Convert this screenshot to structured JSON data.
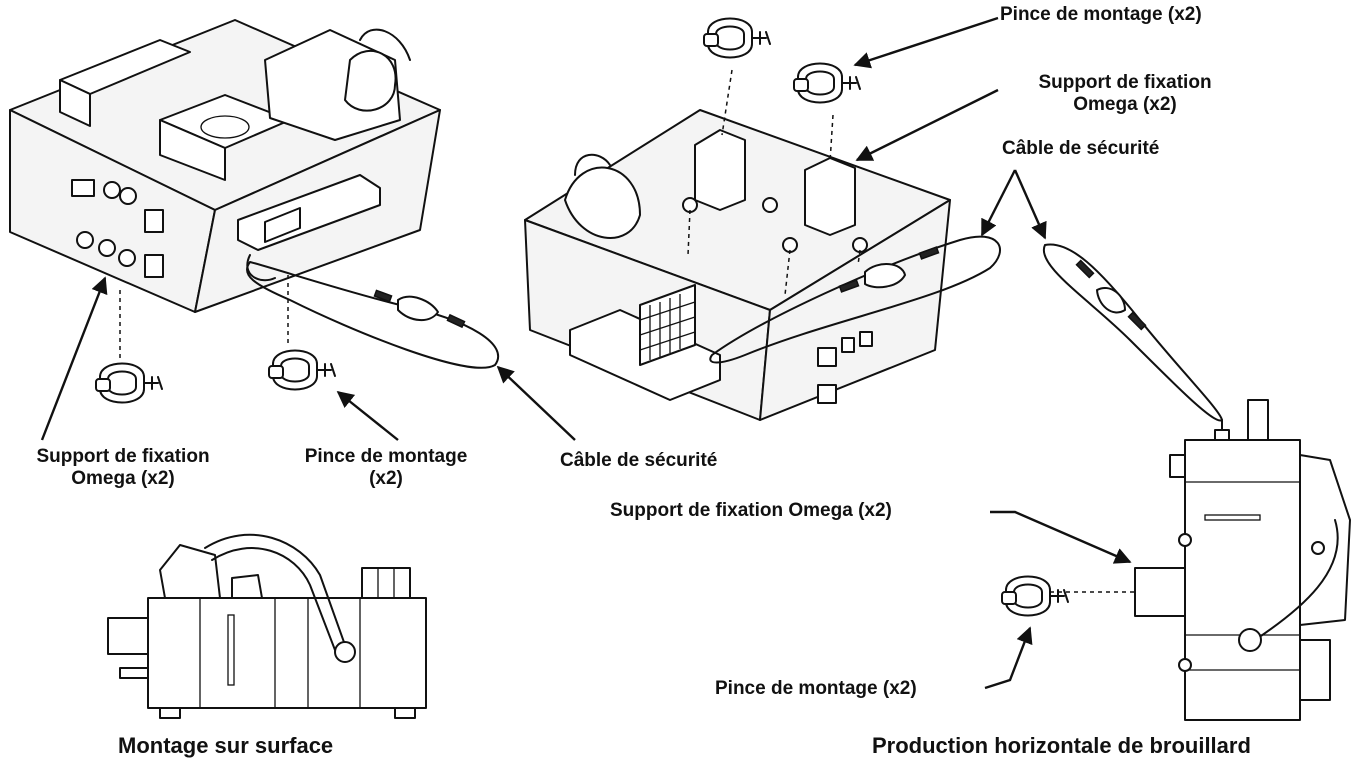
{
  "labels": {
    "top_clamp": "Pince de montage (x2)",
    "top_omega_line1": "Support de fixation",
    "top_omega_line2": "Omega (x2)",
    "top_cable": "Câble de sécurité",
    "left_omega_line1": "Support de fixation",
    "left_omega_line2": "Omega (x2)",
    "left_clamp_line1": "Pince de montage",
    "left_clamp_line2": "(x2)",
    "left_cable": "Câble de sécurité",
    "right_omega": "Support de fixation Omega (x2)",
    "right_clamp": "Pince de montage (x2)"
  },
  "captions": {
    "surface": "Montage sur surface",
    "horizontal": "Production horizontale de brouillard"
  }
}
